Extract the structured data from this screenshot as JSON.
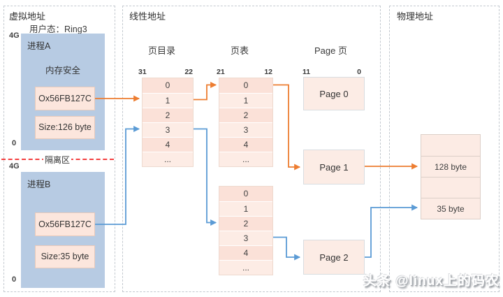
{
  "virtual": {
    "title": "虚拟地址",
    "user_mode": "用户态：Ring3",
    "isolation_label": "隔离区",
    "process_a": {
      "name": "进程A",
      "note": "内存安全",
      "address": "Ox56FB127C",
      "size": "Size:126 byte",
      "scale_top": "4G",
      "scale_bottom": "0"
    },
    "process_b": {
      "name": "进程B",
      "address": "Ox56FB127C",
      "size": "Size:35 byte",
      "scale_top": "4G",
      "scale_bottom": "0"
    }
  },
  "linear": {
    "title": "线性地址",
    "page_directory": {
      "header": "页目录",
      "bit_high": "31",
      "bit_low": "22",
      "rows": [
        "0",
        "1",
        "2",
        "3",
        "4",
        "..."
      ]
    },
    "page_table_upper": {
      "header": "页表",
      "bit_high": "21",
      "bit_low": "12",
      "rows": [
        "0",
        "1",
        "2",
        "3",
        "4",
        "..."
      ]
    },
    "page_table_lower": {
      "rows": [
        "0",
        "1",
        "2",
        "3",
        "4",
        "..."
      ]
    },
    "page_column": {
      "header": "Page 页",
      "bit_high": "11",
      "bit_low": "0",
      "page0": "Page 0",
      "page1": "Page 1",
      "page2": "Page 2"
    }
  },
  "physical": {
    "title": "物理地址",
    "cells": [
      "",
      "128 byte",
      "",
      "35 byte"
    ]
  },
  "watermark": "头条 @linux上的码农",
  "colors": {
    "orange_arrow": "#ED7D31",
    "blue_arrow": "#5B9BD5",
    "red_divider": "#F43F3F",
    "process_fill": "#B7CBE3",
    "pink_fill": "#FCE6DD"
  }
}
